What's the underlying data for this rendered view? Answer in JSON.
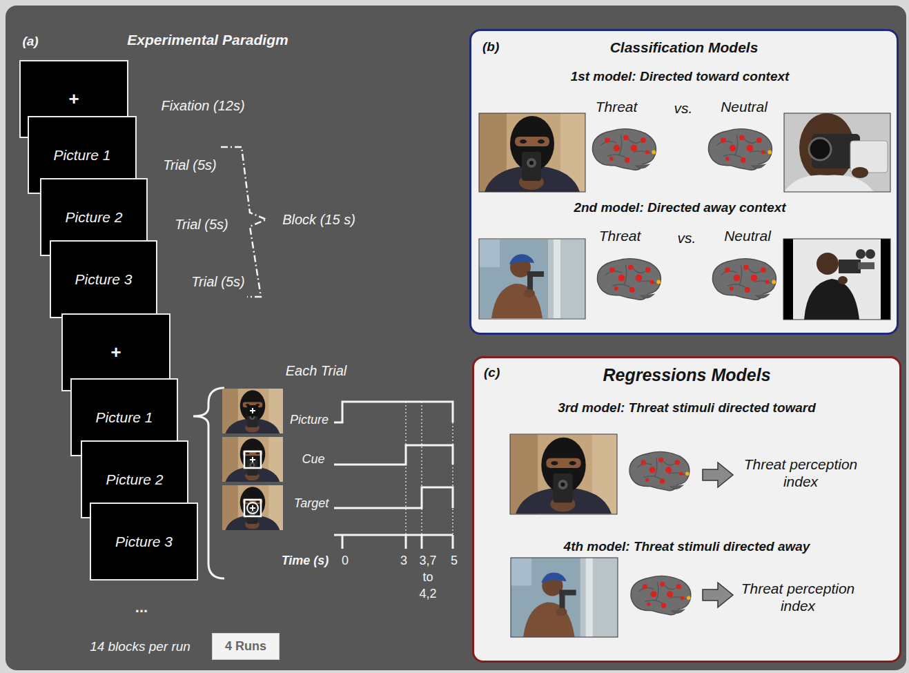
{
  "diagram": {
    "nodes": [
      {
        "text": [
          "+"
        ]
      },
      {
        "text": [
          "Picture 1"
        ]
      },
      {
        "text": [
          "Picture 2"
        ]
      },
      {
        "text": [
          "Picture 3"
        ]
      },
      {
        "text": [
          "+"
        ]
      },
      {
        "text": [
          "Picture 1"
        ]
      },
      {
        "text": [
          "Picture 2"
        ]
      },
      {
        "text": [
          "Picture 3"
        ]
      },
      {
        "text": [
          "4 Runs"
        ]
      },
      {
        "text": [
          "(b)",
          "Classification Models"
        ]
      },
      {
        "text": [
          "(c)",
          "Regressions Models"
        ]
      }
    ],
    "labels": [
      "(a)",
      "Experimental Paradigm",
      "Fixation (12s)",
      "Trial (5s)",
      "Trial (5s)",
      "Trial (5s)",
      "Block (15 s)",
      "Each Trial",
      "Picture",
      "Cue",
      "Target",
      "Time (s)",
      "0",
      "3",
      "3,7 to 4,2",
      "5",
      "...",
      "14 blocks per run",
      "1st model: Directed toward context",
      "Threat",
      "vs.",
      "Neutral",
      "2nd model: Directed away context",
      "Threat",
      "vs.",
      "Neutral",
      "3rd model: Threat stimuli directed toward",
      "Threat perception index",
      "4th model: Threat stimuli directed away",
      "Threat perception index"
    ]
  }
}
